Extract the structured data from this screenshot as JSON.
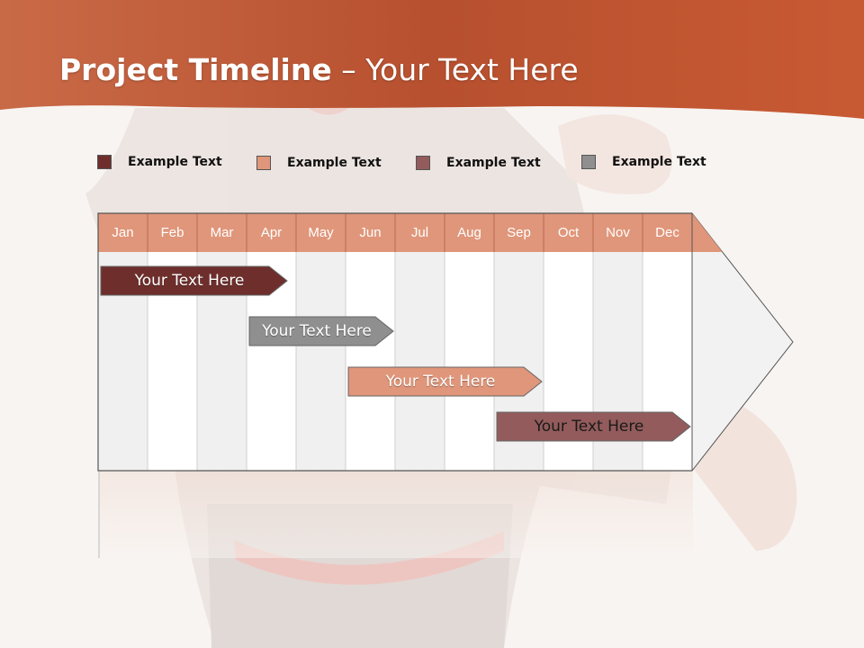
{
  "title": {
    "bold": "Project Timeline",
    "rest": " – Your Text Here"
  },
  "colors": {
    "header_band": "#c45a32",
    "month_header": "#e0967a",
    "dark_red": "#6e2f2c",
    "salmon": "#e0967a",
    "rose": "#935b5b",
    "gray": "#8f8f8f"
  },
  "legend": [
    {
      "label": "Example Text",
      "color": "#6e2f2c"
    },
    {
      "label": "Example Text",
      "color": "#e0967a"
    },
    {
      "label": "Example Text",
      "color": "#935b5b"
    },
    {
      "label": "Example Text",
      "color": "#8f8f8f"
    }
  ],
  "months": [
    "Jan",
    "Feb",
    "Mar",
    "Apr",
    "May",
    "Jun",
    "Jul",
    "Aug",
    "Sep",
    "Oct",
    "Nov",
    "Dec"
  ],
  "tasks": [
    {
      "label": "Your  Text Here",
      "start_month": "Jan",
      "end_month": "Apr",
      "color": "#6e2f2c",
      "text_color": "#ffffff"
    },
    {
      "label": "Your  Text Here",
      "start_month": "Apr",
      "end_month": "Jun",
      "color": "#8f8f8f",
      "text_color": "#ffffff"
    },
    {
      "label": "Your  Text Here",
      "start_month": "Jun",
      "end_month": "Sep",
      "color": "#e0967a",
      "text_color": "#ffffff"
    },
    {
      "label": "Your  Text Here",
      "start_month": "Sep",
      "end_month": "Dec",
      "color": "#935b5b",
      "text_color": "#1a1a1a"
    }
  ]
}
